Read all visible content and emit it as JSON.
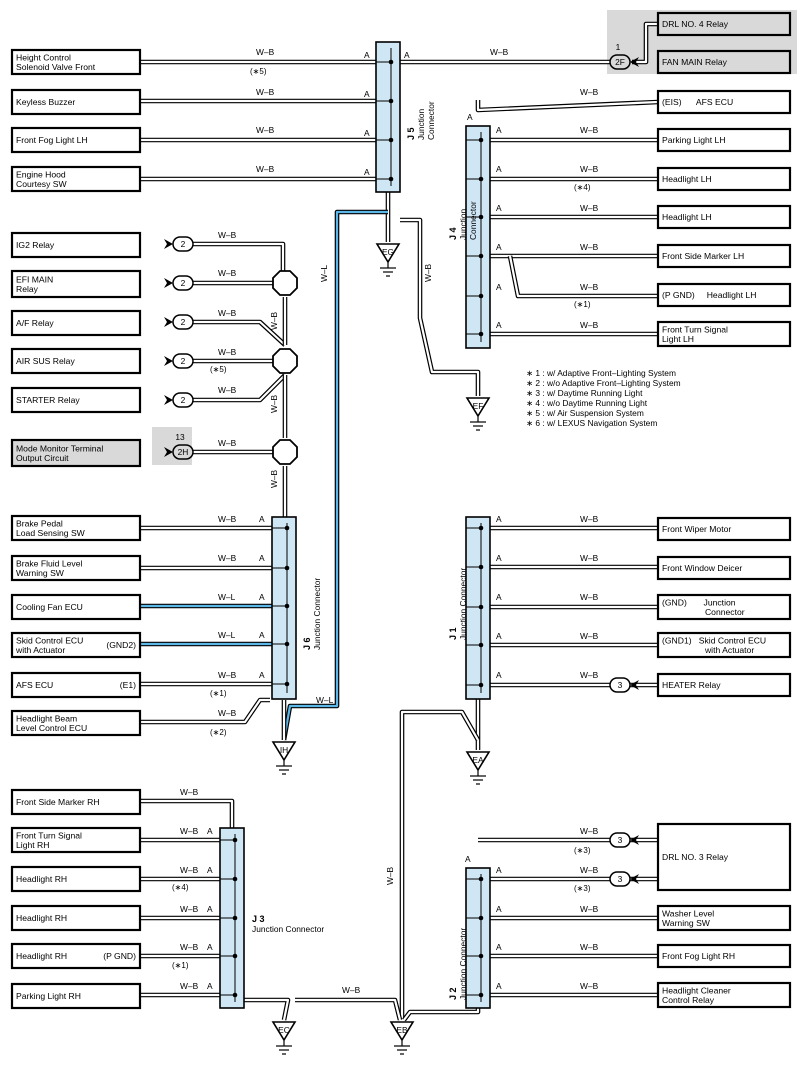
{
  "components": [
    {
      "id": "hcsv",
      "label": [
        "Height Control",
        "Solenoid Valve Front"
      ]
    },
    {
      "id": "keyless",
      "label": [
        "Keyless Buzzer"
      ]
    },
    {
      "id": "ffoglh",
      "label": [
        "Front Fog Light LH"
      ]
    },
    {
      "id": "hood",
      "label": [
        "Engine Hood",
        "Courtesy SW"
      ]
    },
    {
      "id": "drl4",
      "label": [
        "DRL NO. 4 Relay"
      ],
      "gray": true
    },
    {
      "id": "fanmain",
      "label": [
        "FAN MAIN Relay"
      ],
      "gray": true
    },
    {
      "id": "afsecu_lh",
      "label": [
        "(EIS)      AFS ECU"
      ]
    },
    {
      "id": "plh",
      "label": [
        "Parking Light LH"
      ]
    },
    {
      "id": "hlh1",
      "label": [
        "Headlight LH"
      ]
    },
    {
      "id": "hlh2",
      "label": [
        "Headlight LH"
      ]
    },
    {
      "id": "fsmlh",
      "label": [
        "Front Side Marker LH"
      ]
    },
    {
      "id": "hlh3",
      "label": [
        "(P GND)     Headlight LH"
      ]
    },
    {
      "id": "ftslh",
      "label": [
        "Front Turn Signal",
        "Light LH"
      ]
    },
    {
      "id": "ig2",
      "label": [
        "IG2 Relay"
      ]
    },
    {
      "id": "efimain",
      "label": [
        "EFI MAIN",
        "Relay"
      ]
    },
    {
      "id": "af",
      "label": [
        "A/F Relay"
      ]
    },
    {
      "id": "airsus",
      "label": [
        "AIR SUS Relay"
      ]
    },
    {
      "id": "starter",
      "label": [
        "STARTER Relay"
      ]
    },
    {
      "id": "modemon",
      "label": [
        "Mode Monitor Terminal",
        "Output Circuit"
      ],
      "gray": true
    },
    {
      "id": "brakepedal",
      "label": [
        "Brake Pedal",
        "Load Sensing SW"
      ]
    },
    {
      "id": "brakefluid",
      "label": [
        "Brake Fluid Level",
        "Warning SW"
      ]
    },
    {
      "id": "coolfan",
      "label": [
        "Cooling Fan ECU"
      ]
    },
    {
      "id": "skid2",
      "label": [
        "Skid Control ECU",
        "with Actuator"
      ],
      "suffix": "(GND2)"
    },
    {
      "id": "afsecu2",
      "label": [
        "AFS ECU"
      ],
      "suffix": "(E1)"
    },
    {
      "id": "hbeam",
      "label": [
        "Headlight Beam",
        "Level Control ECU"
      ]
    },
    {
      "id": "wiper",
      "label": [
        "Front Wiper Motor"
      ]
    },
    {
      "id": "deicer",
      "label": [
        "Front Window Deicer"
      ]
    },
    {
      "id": "jcgnd",
      "label": [
        "(GND)       Junction",
        "                  Connector"
      ]
    },
    {
      "id": "skid1",
      "label": [
        "(GND1)   Skid Control ECU",
        "                  with Actuator"
      ]
    },
    {
      "id": "heater",
      "label": [
        "HEATER Relay"
      ]
    },
    {
      "id": "fsmrh",
      "label": [
        "Front Side Marker RH"
      ]
    },
    {
      "id": "ftsrh",
      "label": [
        "Front Turn Signal",
        "Light RH"
      ]
    },
    {
      "id": "hrh1",
      "label": [
        "Headlight RH"
      ]
    },
    {
      "id": "hrh2",
      "label": [
        "Headlight RH"
      ]
    },
    {
      "id": "hrh3",
      "label": [
        "Headlight RH"
      ],
      "suffix": "(P GND)"
    },
    {
      "id": "prh",
      "label": [
        "Parking Light RH"
      ]
    },
    {
      "id": "drl3",
      "label": [
        "DRL NO. 3 Relay"
      ]
    },
    {
      "id": "washer",
      "label": [
        "Washer Level",
        "Warning SW"
      ]
    },
    {
      "id": "ffogrh",
      "label": [
        "Front Fog Light RH"
      ]
    },
    {
      "id": "hcleaner",
      "label": [
        "Headlight Cleaner",
        "Control Relay"
      ]
    }
  ],
  "junctions": [
    {
      "id": "J5",
      "title": "J 5",
      "sub": "Junction",
      "sub2": "Connector"
    },
    {
      "id": "J4",
      "title": "J 4",
      "sub": "Junction",
      "sub2": "Connector"
    },
    {
      "id": "J6",
      "title": "J 6",
      "sub": "Junction Connector",
      "sub2": ""
    },
    {
      "id": "J1",
      "title": "J 1",
      "sub": "Junction Connector",
      "sub2": ""
    },
    {
      "id": "J3",
      "title": "J 3",
      "sub": "Junction Connector",
      "sub2": ""
    },
    {
      "id": "J2",
      "title": "J 2",
      "sub": "Junction Connector",
      "sub2": ""
    }
  ],
  "grounds": [
    "EG",
    "EF",
    "IH",
    "EA",
    "EC",
    "EB"
  ],
  "wire_color_wb": "W–B",
  "wire_color_wl": "W–L",
  "pin_a": "A",
  "pills": {
    "p2": "2",
    "p3": "3",
    "p2f": "2F",
    "p2h": "2H",
    "pin_2f": "1",
    "pin_2h": "13"
  },
  "notes": {
    "n1": "(∗1)",
    "n2": "(∗2)",
    "n3": "(∗3)",
    "n4": "(∗4)",
    "n5": "(∗5)"
  },
  "legend": [
    "∗ 1 : w/ Adaptive Front–Lighting System",
    "∗ 2 : w/o Adaptive Front–Lighting System",
    "∗ 3 : w/ Daytime Running Light",
    "∗ 4 : w/o Daytime Running Light",
    "∗ 5 : w/ Air Suspension System",
    "∗ 6 : w/ LEXUS Navigation System"
  ],
  "colors": {
    "junction_fill": "#cfe6f5",
    "wire_blue": "#5bb8e8",
    "gray_area": "#d9d9d9"
  }
}
